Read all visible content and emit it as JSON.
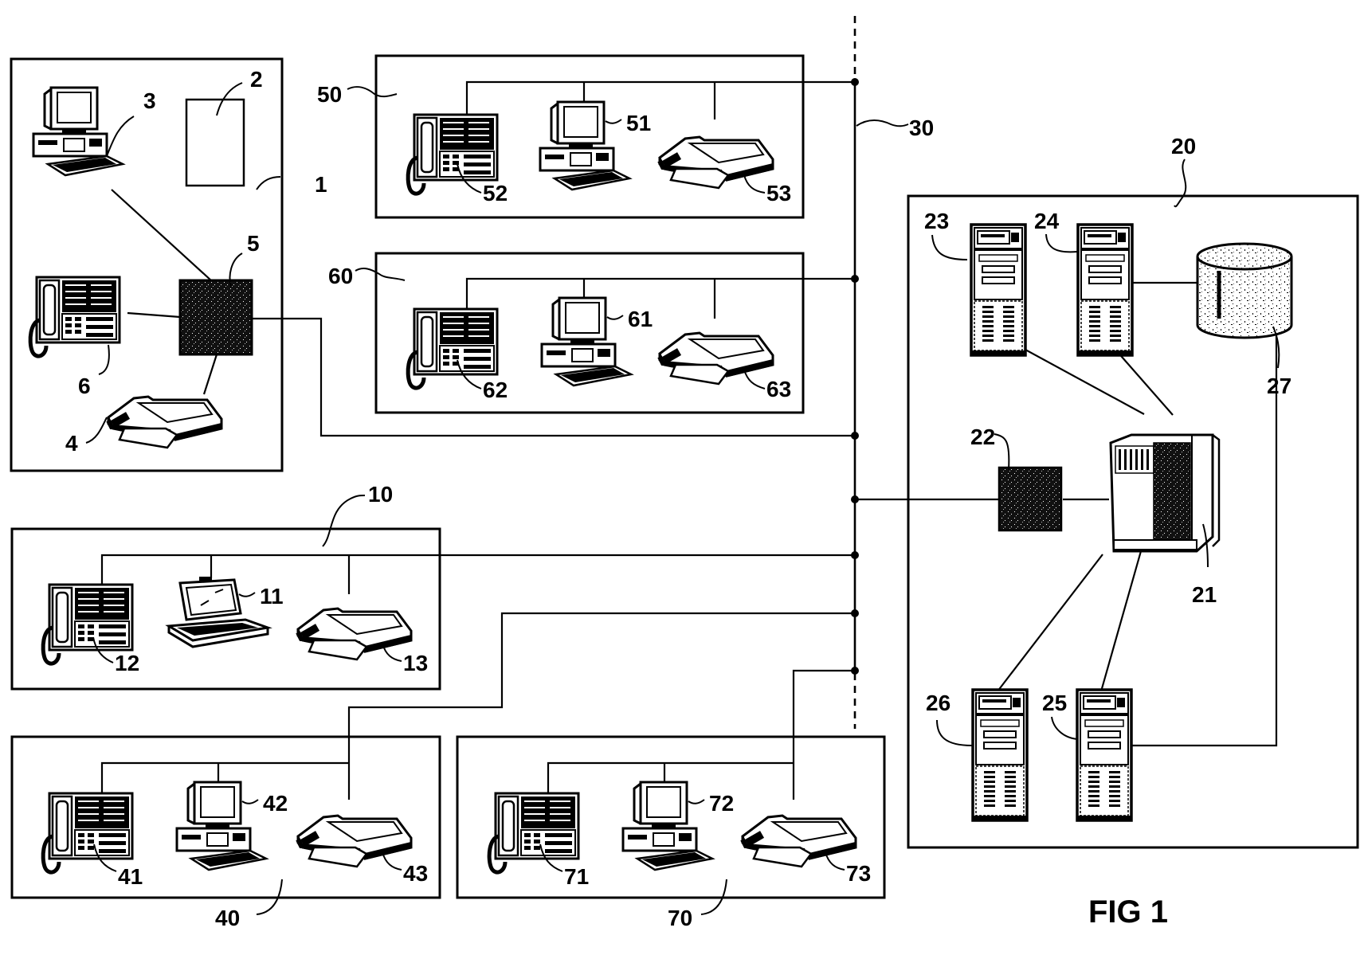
{
  "figure": {
    "title": "FIG 1",
    "bus": {
      "ref": "30"
    },
    "workstations": [
      {
        "id": "ws1",
        "ref": "1",
        "devices": [
          {
            "type": "computer",
            "ref": "3"
          },
          {
            "type": "document",
            "ref": "2"
          },
          {
            "type": "telephone",
            "ref": "6"
          },
          {
            "type": "switch-box",
            "ref": "5"
          },
          {
            "type": "fax",
            "ref": "4"
          }
        ]
      },
      {
        "id": "ws50",
        "ref": "50",
        "devices": [
          {
            "type": "telephone",
            "ref": "52"
          },
          {
            "type": "computer",
            "ref": "51"
          },
          {
            "type": "fax",
            "ref": "53"
          }
        ]
      },
      {
        "id": "ws60",
        "ref": "60",
        "devices": [
          {
            "type": "telephone",
            "ref": "62"
          },
          {
            "type": "computer",
            "ref": "61"
          },
          {
            "type": "fax",
            "ref": "63"
          }
        ]
      },
      {
        "id": "ws10",
        "ref": "10",
        "devices": [
          {
            "type": "telephone",
            "ref": "12"
          },
          {
            "type": "laptop",
            "ref": "11"
          },
          {
            "type": "fax",
            "ref": "13"
          }
        ]
      },
      {
        "id": "ws40",
        "ref": "40",
        "devices": [
          {
            "type": "telephone",
            "ref": "41"
          },
          {
            "type": "computer",
            "ref": "42"
          },
          {
            "type": "fax",
            "ref": "43"
          }
        ]
      },
      {
        "id": "ws70",
        "ref": "70",
        "devices": [
          {
            "type": "telephone",
            "ref": "71"
          },
          {
            "type": "computer",
            "ref": "72"
          },
          {
            "type": "fax",
            "ref": "73"
          }
        ]
      }
    ],
    "server_center": {
      "ref": "20",
      "devices": [
        {
          "type": "mainframe",
          "ref": "21"
        },
        {
          "type": "switch-box",
          "ref": "22"
        },
        {
          "type": "server-tower",
          "ref": "23"
        },
        {
          "type": "server-tower",
          "ref": "24"
        },
        {
          "type": "server-tower",
          "ref": "25"
        },
        {
          "type": "server-tower",
          "ref": "26"
        },
        {
          "type": "database",
          "ref": "27"
        }
      ]
    }
  }
}
